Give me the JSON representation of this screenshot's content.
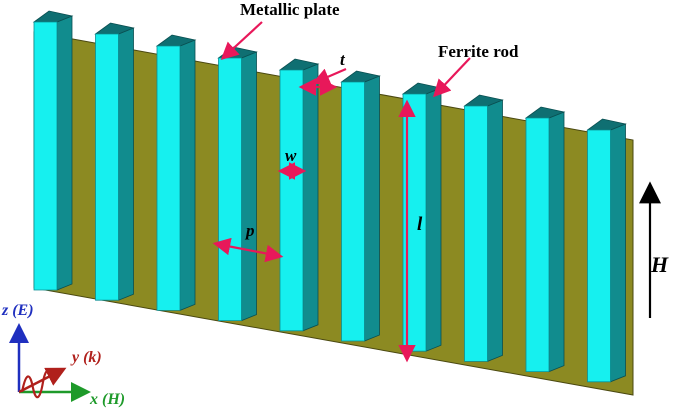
{
  "labels": {
    "metallic_plate": "Metallic plate",
    "ferrite_rod": "Ferrite rod",
    "t": "t",
    "w": "w",
    "p": "p",
    "l": "l",
    "H": "H"
  },
  "axes": {
    "z": "z (E)",
    "y": "y (k)",
    "x": "x (H)"
  },
  "colors": {
    "plate": "#8c8a22",
    "rod_front": "#16f0ef",
    "rod_side": "#118c8e",
    "rod_top": "#0f6f72",
    "annotation": "#e8185a",
    "z_axis": "#1f2fbf",
    "y_axis": "#b0201c",
    "x_axis": "#1e9a2a"
  },
  "rod_count": 10
}
